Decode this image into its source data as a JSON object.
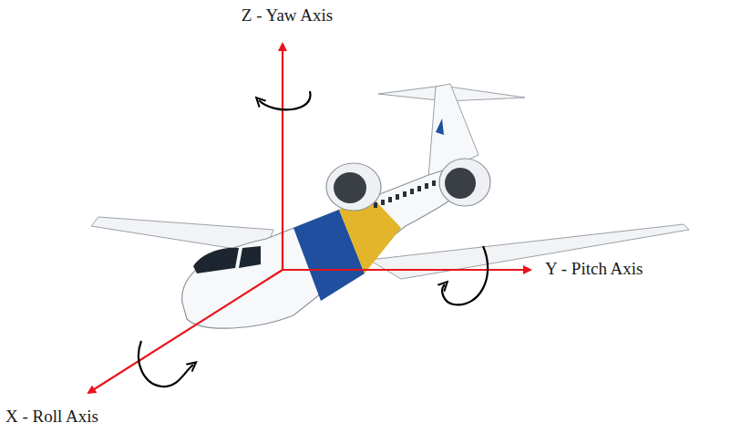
{
  "diagram": {
    "labels": [
      "Z - Yaw Axis",
      "Y - Pitch Axis",
      "X - Roll Axis"
    ]
  }
}
